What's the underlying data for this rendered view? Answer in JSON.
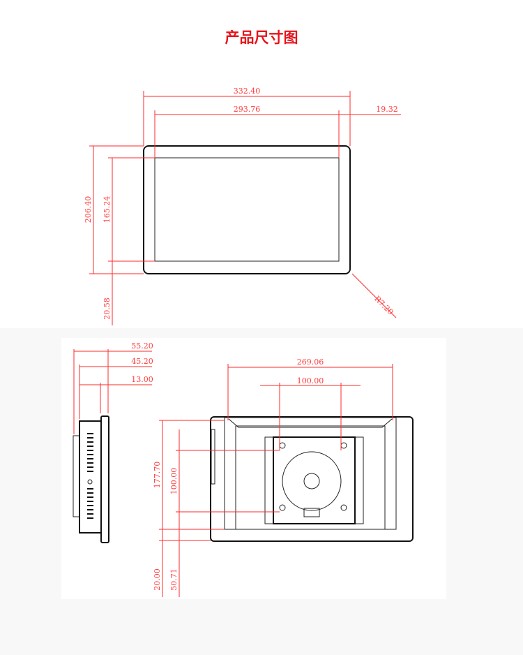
{
  "title": "产品尺寸图",
  "front_view": {
    "overall_width": "332.40",
    "screen_width": "293.76",
    "side_border": "19.32",
    "overall_height": "206.40",
    "screen_height": "165.24",
    "bottom_border": "20.58",
    "corner_radius": "R7.20"
  },
  "side_view": {
    "depth_total": "55.20",
    "depth_body": "45.20",
    "depth_bezel": "13.00"
  },
  "rear_view": {
    "rear_width": "269.06",
    "vesa_horizontal": "100.00",
    "rear_height": "177.70",
    "vesa_vertical": "100.00",
    "bottom_offset": "20.00",
    "vesa_bottom_offset": "50.71"
  },
  "colors": {
    "dimension": "#ff2a2a",
    "title": "#e8141b"
  }
}
